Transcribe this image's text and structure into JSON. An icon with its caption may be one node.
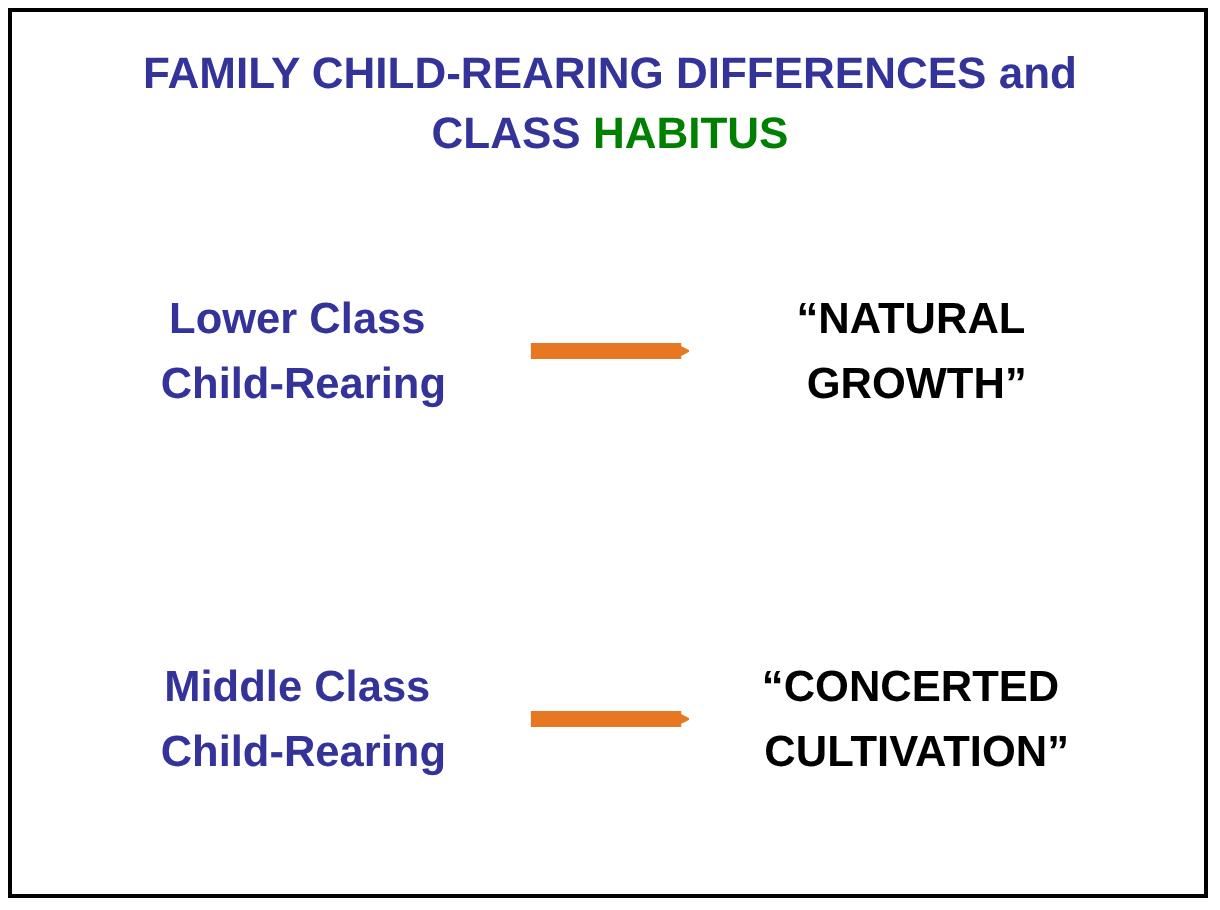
{
  "diagram": {
    "title": "FAMILY CHILD-REARING DIFFERENCES and CLASS HABITUS",
    "nodes": [
      {
        "text": [
          "Lower Class Child-Rearing"
        ]
      },
      {
        "text": [
          "“NATURAL GROWTH”"
        ]
      },
      {
        "text": [
          "Middle Class Child-Rearing"
        ]
      },
      {
        "text": [
          "“CONCERTED CULTIVATION”"
        ]
      }
    ],
    "edges": [
      {
        "from": 0,
        "to": 1,
        "arrow": "to"
      },
      {
        "from": 2,
        "to": 3,
        "arrow": "to"
      }
    ]
  }
}
